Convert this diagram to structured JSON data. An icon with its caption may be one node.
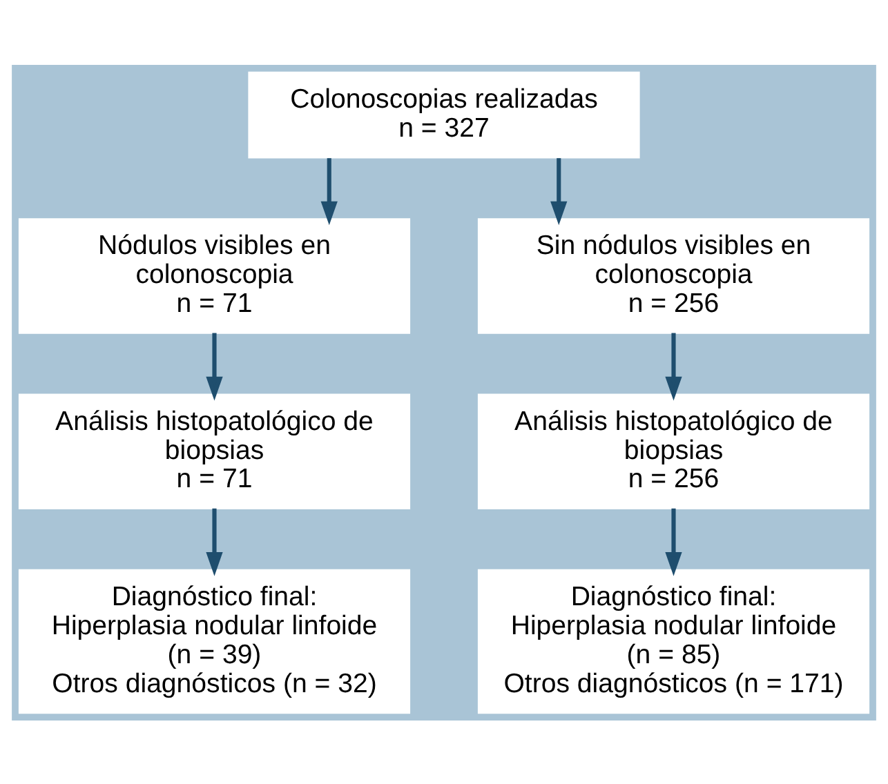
{
  "diagram": {
    "nodes": [
      {
        "text": [
          "Colonoscopias realizadas",
          "n = 327"
        ]
      },
      {
        "text": [
          "Nódulos visibles en colonoscopia",
          "n = 71"
        ]
      },
      {
        "text": [
          "Sin nódulos visibles en colonoscopia",
          "n = 256"
        ]
      },
      {
        "text": [
          "Análisis histopatológico de biopsias",
          "n = 71"
        ]
      },
      {
        "text": [
          "Análisis histopatológico de biopsias",
          "n = 256"
        ]
      },
      {
        "text": [
          "Diagnóstico final:",
          "Hiperplasia nodular linfoide (n = 39)",
          "Otros diagnósticos (n = 32)"
        ]
      },
      {
        "text": [
          "Diagnóstico final:",
          "Hiperplasia nodular linfoide (n = 85)",
          "Otros diagnósticos (n = 171)"
        ]
      }
    ],
    "edges": [
      {
        "from": 0,
        "to": 1,
        "arrow": "to"
      },
      {
        "from": 0,
        "to": 2,
        "arrow": "to"
      },
      {
        "from": 1,
        "to": 3,
        "arrow": "to"
      },
      {
        "from": 2,
        "to": 4,
        "arrow": "to"
      },
      {
        "from": 3,
        "to": 5,
        "arrow": "to"
      },
      {
        "from": 4,
        "to": 6,
        "arrow": "to"
      }
    ]
  }
}
